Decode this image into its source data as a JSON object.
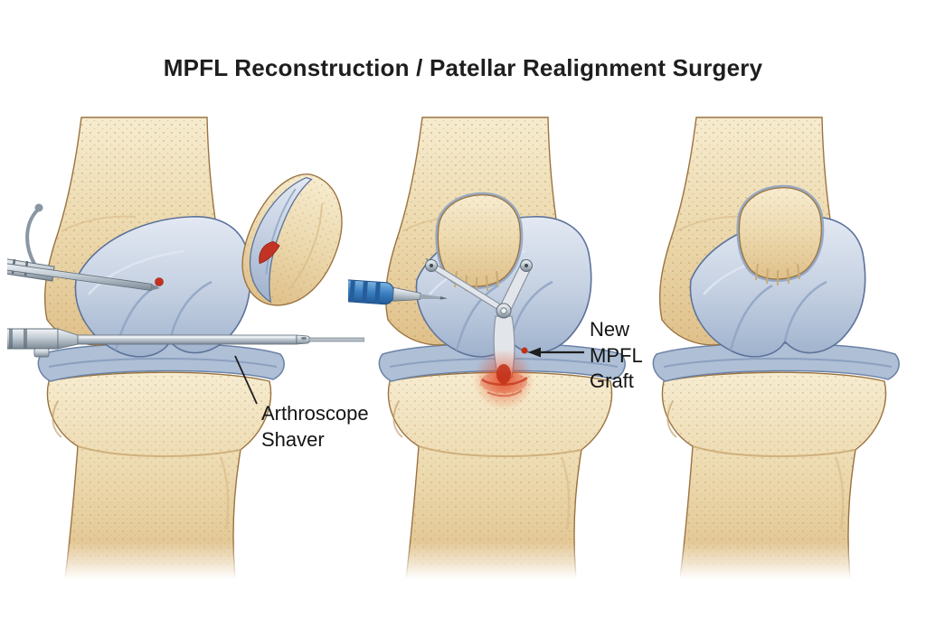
{
  "title": "MPFL Reconstruction / Patellar Realignment Surgery",
  "annotations": {
    "shaver": {
      "line1": "Arthroscope",
      "line2": "Shaver"
    },
    "graft": {
      "line1": "New",
      "line2": "MPFL",
      "line3": "Graft"
    }
  },
  "colors": {
    "background": "#ffffff",
    "text": "#1e1e1e",
    "bone": "#ecd9ae",
    "bone_outline": "#9a7340",
    "cartilage": "#bcc8dc",
    "cartilage_outline": "#5d739a",
    "steel": "#c2ccd4",
    "instrument_blue": "#3a7fc1",
    "inflammation_red": "#d43a22"
  }
}
